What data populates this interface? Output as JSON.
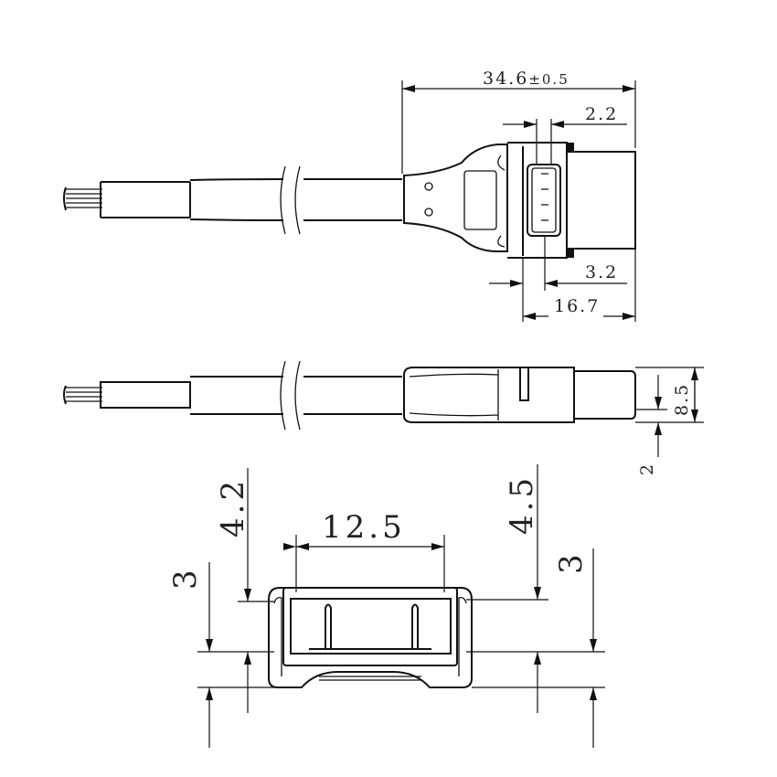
{
  "drawing": {
    "top_view": {
      "overall_length": "34.6",
      "overall_tolerance": "±0.5",
      "pin_pitch": "2.2",
      "pin_offset": "3.2",
      "head_length": "16.7"
    },
    "side_view": {
      "height": "8.5",
      "offset": "2"
    },
    "front_view": {
      "opening_width": "12.5",
      "left_height": "4.2",
      "left_lower": "3",
      "right_height": "4.5",
      "right_lower": "3"
    }
  }
}
